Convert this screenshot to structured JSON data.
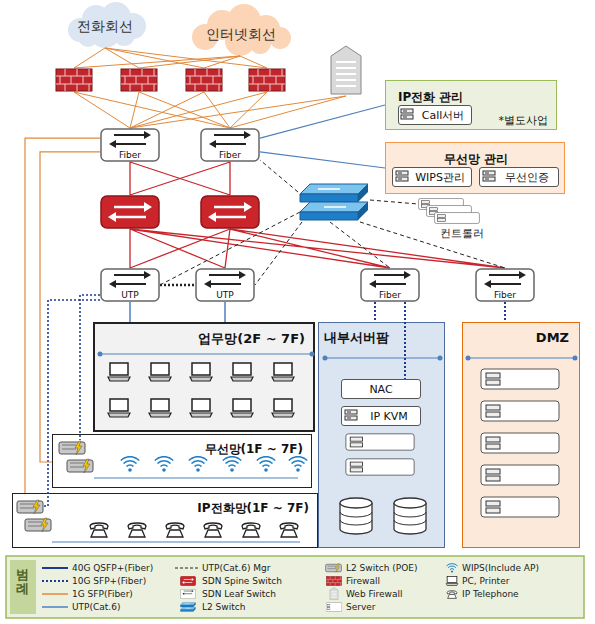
{
  "diagram": {
    "nodes": [
      {
        "text": [
          "전화회선"
        ]
      },
      {
        "text": [
          "인터넷회선"
        ]
      },
      {
        "text": [
          "IP전화 관리",
          "*별도사업"
        ]
      },
      {
        "text": [
          "Call서버"
        ],
        "in": 2
      },
      {
        "text": [
          "Fiber"
        ]
      },
      {
        "text": [
          "Fiber"
        ]
      },
      {
        "text": [
          "무선망 관리"
        ]
      },
      {
        "text": [
          "WIPS관리"
        ],
        "in": 6
      },
      {
        "text": [
          "무선인증"
        ],
        "in": 6
      },
      {
        "text": [
          "UTP"
        ]
      },
      {
        "text": [
          "UTP"
        ]
      },
      {
        "text": [
          "Fiber"
        ]
      },
      {
        "text": [
          "Fiber"
        ]
      },
      {
        "text": [
          "업무망(2F ~ 7F)"
        ]
      },
      {
        "text": [
          "내부서버팜"
        ]
      },
      {
        "text": [
          "NAC"
        ],
        "in": 14
      },
      {
        "text": [
          "IP KVM"
        ],
        "in": 14
      },
      {
        "text": [
          "DMZ"
        ]
      },
      {
        "text": [
          "무선망(1F ~ 7F)"
        ]
      },
      {
        "text": [
          "IP전화망(1F ~ 7F)"
        ]
      }
    ],
    "edges": [
      {
        "from": 5,
        "to": 2,
        "arrow": "none"
      },
      {
        "from": 5,
        "to": 6,
        "arrow": "none"
      },
      {
        "from": 9,
        "to": 13,
        "arrow": "none"
      },
      {
        "from": 10,
        "to": 13,
        "arrow": "none"
      },
      {
        "from": 11,
        "to": 14,
        "arrow": "none"
      },
      {
        "from": 11,
        "to": 15,
        "arrow": "none"
      },
      {
        "from": 12,
        "to": 17,
        "arrow": "none"
      },
      {
        "from": 4,
        "to": 18,
        "arrow": "none"
      },
      {
        "from": 4,
        "to": 19,
        "arrow": "none"
      }
    ],
    "labels": [
      "컨트롤러",
      "범례"
    ],
    "legend": [
      {
        "text": "40G QSFP+(Fiber)"
      },
      {
        "text": "10G SFP+(Fiber)"
      },
      {
        "text": "1G SFP(Fiber)"
      },
      {
        "text": "UTP(Cat.6)"
      },
      {
        "text": "UTP(Cat.6) Mgr"
      },
      {
        "text": "SDN Spine Switch"
      },
      {
        "text": "SDN Leaf Switch"
      },
      {
        "text": "L2 Switch"
      },
      {
        "text": "L2 Switch (POE)"
      },
      {
        "text": "Firewall"
      },
      {
        "text": "Web Firewall"
      },
      {
        "text": "Server"
      },
      {
        "text": "WIPS(Include AP)"
      },
      {
        "text": "PC, Printer"
      },
      {
        "text": "IP Telephone"
      }
    ]
  }
}
